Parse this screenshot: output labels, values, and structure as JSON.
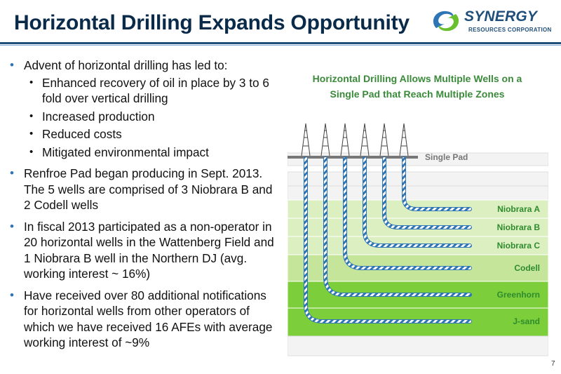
{
  "slide": {
    "title": "Horizontal Drilling Expands Opportunity",
    "page_number": "7"
  },
  "logo": {
    "name": "SYNERGY",
    "subtitle": "RESOURCES CORPORATION"
  },
  "bullets": {
    "b1": "Advent of horizontal drilling has led to:",
    "b1_sub": [
      "Enhanced recovery of oil in place by 3 to 6 fold over vertical drilling",
      "Increased production",
      "Reduced costs",
      "Mitigated environmental impact"
    ],
    "b2": "Renfroe Pad began producing in Sept. 2013. The 5 wells are comprised of 3 Niobrara B and 2 Codell wells",
    "b3": "In fiscal 2013 participated as a non-operator in 20 horizontal wells in the Wattenberg Field and 1 Niobrara B well in the Northern DJ (avg. working interest ~ 16%)",
    "b4": "Have received over 80 additional notifications for horizontal wells from other operators of which we have received 16 AFEs with average working interest of ~9%"
  },
  "diagram": {
    "title_line1": "Horizontal Drilling Allows Multiple Wells on a",
    "title_line2": "Single Pad that Reach Multiple Zones",
    "pad_label": "Single Pad",
    "zones": [
      "Niobrara A",
      "Niobrara B",
      "Niobrara C",
      "Codell",
      "Greenhorn",
      "J-sand"
    ],
    "colors": {
      "zone_text": "#2e8b2e",
      "band_light": "#dcefc0",
      "band_mid": "#c4e59a",
      "band_dark": "#7ccf3a",
      "well": "#2e75b6",
      "title": "#3a8a3a"
    }
  }
}
